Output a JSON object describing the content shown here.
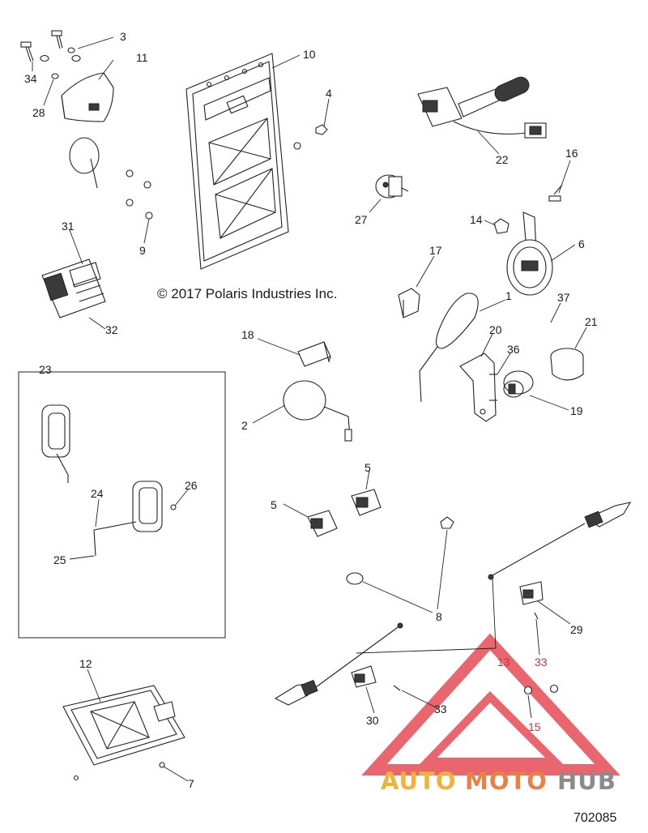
{
  "copyright": "© 2017 Polaris Industries Inc.",
  "document_number": "702085",
  "watermark": {
    "brand_left": "AUTO",
    "brand_mid": "MOTO",
    "brand_right": "HUB",
    "color_left": "#f2b23a",
    "color_mid": "#ec7f44",
    "color_right": "#8b8b8b",
    "triangle_color": "#e74c55"
  },
  "callouts": {
    "c3": "3",
    "c11": "11",
    "c34": "34",
    "c28": "28",
    "c10": "10",
    "c4": "4",
    "c22": "22",
    "c16": "16",
    "c27": "27",
    "c14": "14",
    "c6": "6",
    "c9": "9",
    "c31": "31",
    "c32": "32",
    "c17": "17",
    "c1": "1",
    "c37": "37",
    "c21": "21",
    "c18": "18",
    "c20": "20",
    "c36": "36",
    "c19": "19",
    "c2": "2",
    "c23": "23",
    "c26": "26",
    "c24": "24",
    "c25": "25",
    "c5a": "5",
    "c5b": "5",
    "c8": "8",
    "c29": "29",
    "c13": "13",
    "c33a": "33",
    "c33b": "33",
    "c30": "30",
    "c15": "15",
    "c12": "12",
    "c7": "7"
  }
}
